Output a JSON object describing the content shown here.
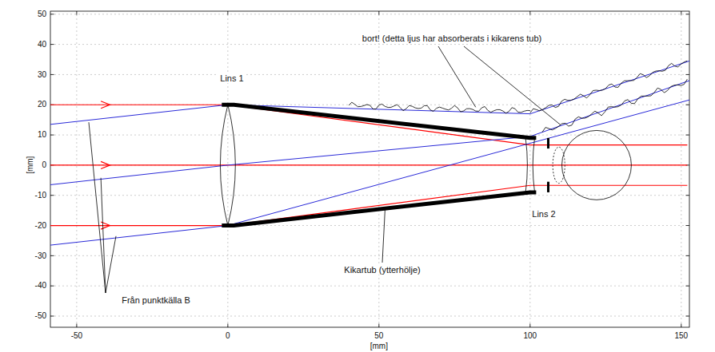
{
  "diagram": {
    "labels": [
      "Lins 1",
      "bort! (detta ljus har absorberats i kikarens tub)",
      "Lins 2",
      "Kikartub (ytterhölje)",
      "Från punktkälla B",
      "50",
      "40",
      "30",
      "20",
      "10",
      "0",
      "-10",
      "-20",
      "-30",
      "-40",
      "-50",
      "[mm]",
      "-50",
      "0",
      "50",
      "100",
      "150",
      "[mm]"
    ]
  }
}
